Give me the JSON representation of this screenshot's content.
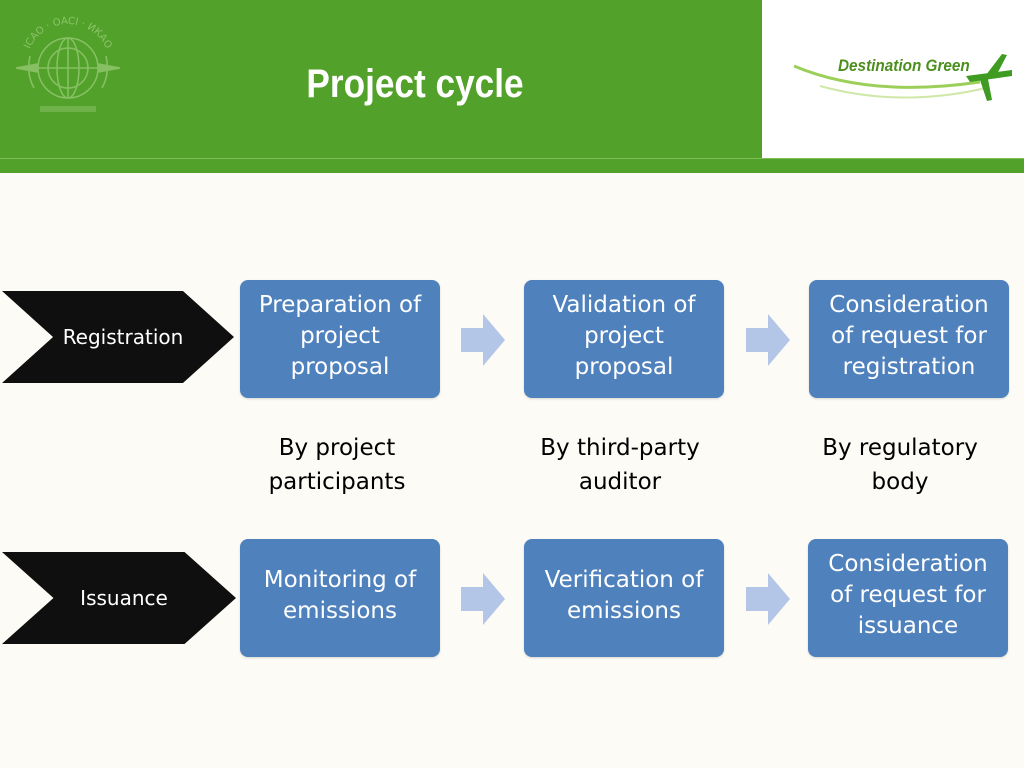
{
  "header": {
    "title": "Project cycle",
    "logo_left": {
      "name": "icao-logo",
      "text": "ICAO · OACI · ИКАО"
    },
    "logo_right": {
      "name": "destination-green-logo",
      "text": "Destination Green"
    }
  },
  "rows": [
    {
      "label": "Registration",
      "steps": [
        "Preparation  of project proposal",
        "Validation of project proposal",
        "Consideration of request for registration"
      ]
    },
    {
      "label": "Issuance",
      "steps": [
        "Monitoring of emissions",
        "Verification of emissions",
        "Consideration of request for issuance"
      ]
    }
  ],
  "actors": [
    "By project participants",
    "By third-party auditor",
    "By regulatory body"
  ],
  "colors": {
    "header_green": "#52a12a",
    "box_blue": "#4f81bd",
    "arrow_blue": "#b3c6e7",
    "chevron_black": "#0f0f0f",
    "background": "#fdfbf5"
  }
}
